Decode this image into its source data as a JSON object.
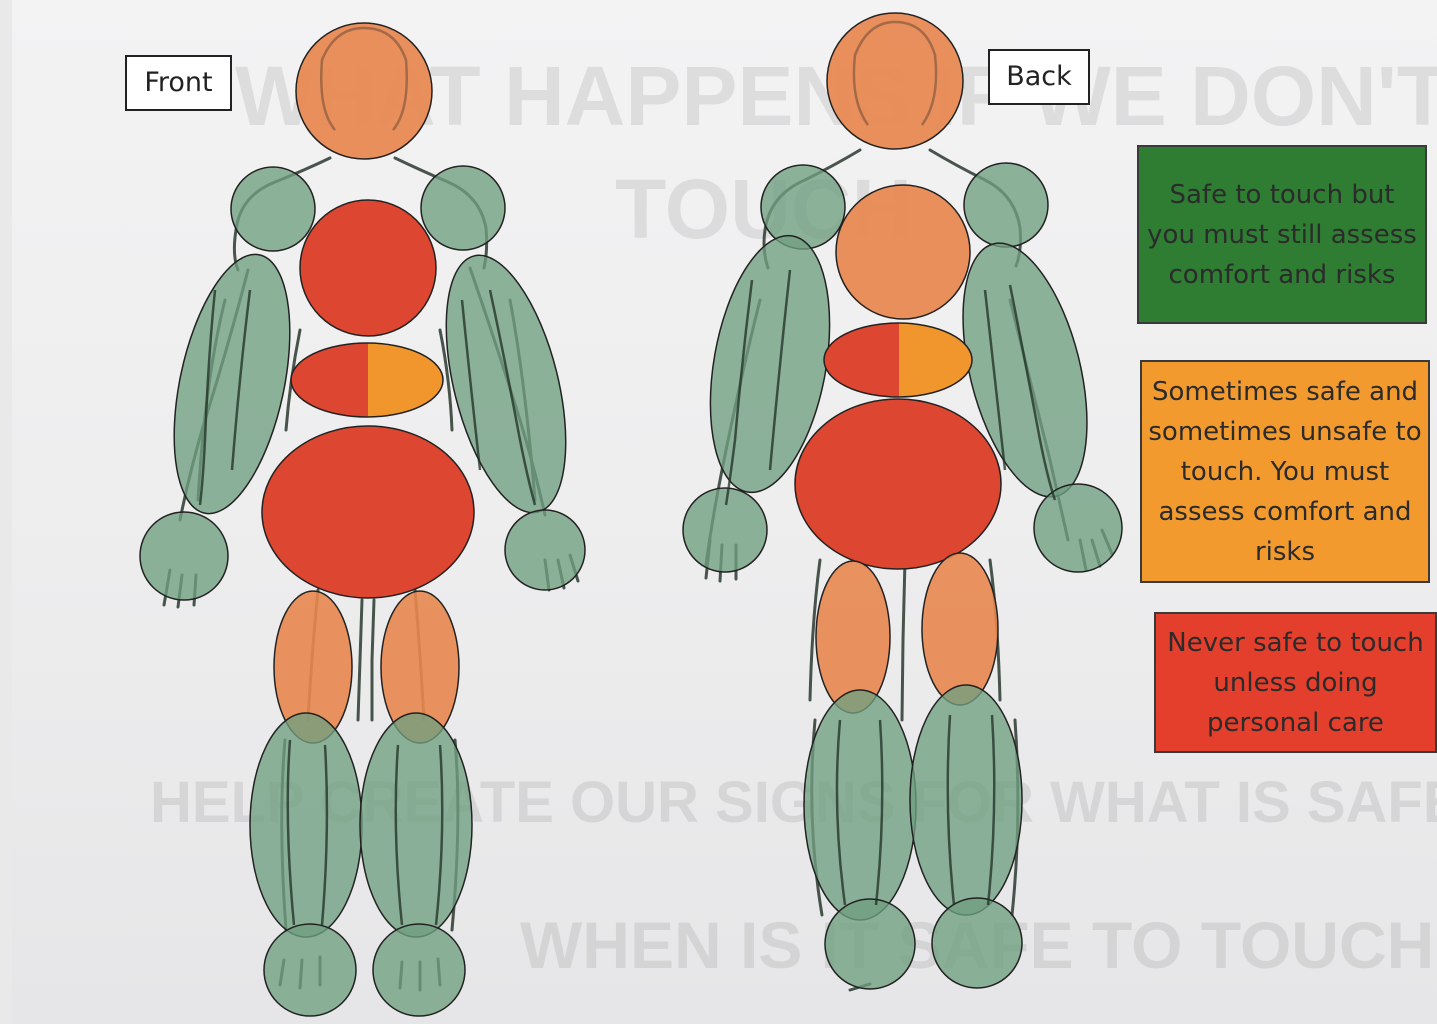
{
  "labels": {
    "front": "Front",
    "back": "Back"
  },
  "legend": [
    {
      "text": "Safe to touch but you must still assess comfort and risks",
      "color": "#2e7d32"
    },
    {
      "text": "Sometimes safe and sometimes unsafe to touch. You must assess comfort and risks",
      "color": "#f29a2e"
    },
    {
      "text": "Never safe to touch unless doing personal care",
      "color": "#e43f2c"
    }
  ],
  "zone_colors": {
    "safe": "#6f9f80",
    "sometimes": "#e8874f",
    "sometimes_bright": "#f0962c",
    "never": "#dd4630"
  },
  "background_text": {
    "line1": "WHAT HAPPENS IF WE DON'T",
    "line2": "TOUCH",
    "line3": "HELP CREATE OUR SIGNS FOR WHAT IS SAFE TO",
    "line4": "WHEN IS IT SAFE TO TOUCH?"
  }
}
